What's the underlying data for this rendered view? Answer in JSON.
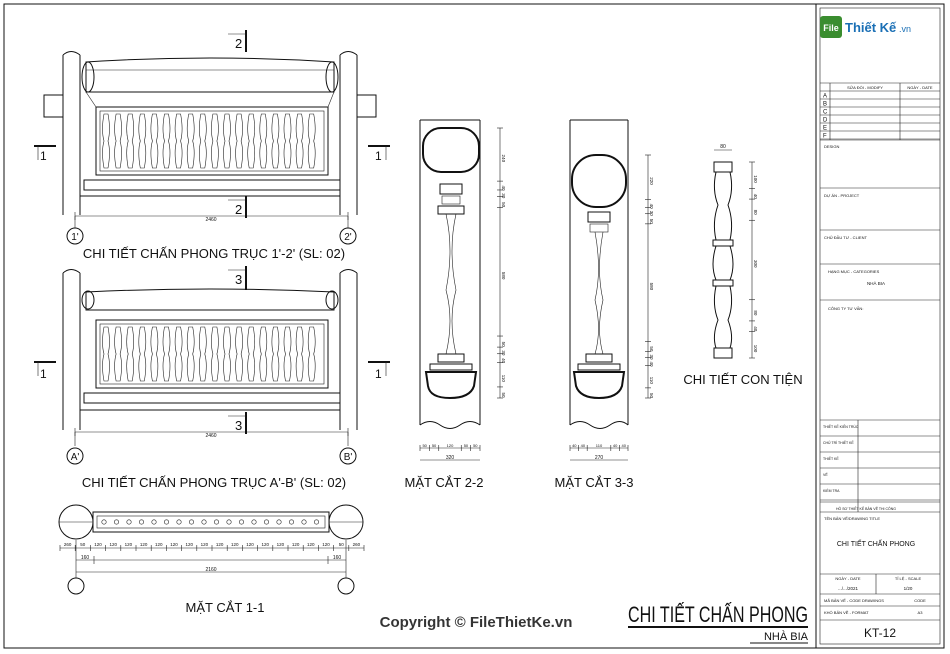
{
  "drawing": {
    "elevation_top_title": "CHI TIẾT CHẤN PHONG TRỤC 1'-2' (SL: 02)",
    "elevation_bottom_title": "CHI TIẾT CHẤN PHONG TRỤC A'-B' (SL: 02)",
    "plan_title": "MẶT CẮT 1-1",
    "section_22_title": "MẶT CẮT 2-2",
    "section_33_title": "MẶT CẮT 3-3",
    "baluster_title": "CHI TIẾT CON TIỆN",
    "main_title": "CHI TIẾT CHẤN PHONG",
    "sub_title": "NHÀ BIA",
    "copyright": "Copyright © FileThietKe.vn",
    "cut_marks": {
      "two": "2",
      "three": "3",
      "one": "1"
    },
    "axes": {
      "a": "1'",
      "b": "2'",
      "c": "A'",
      "d": "B'"
    },
    "dims": {
      "span": "2460",
      "plan_total": "2160",
      "plan_end": "160",
      "plan_post": "260",
      "plan_chain": [
        "50",
        "120",
        "120",
        "120",
        "120",
        "120",
        "120",
        "120",
        "120",
        "120",
        "120",
        "120",
        "120",
        "120",
        "120",
        "120",
        "120",
        "50"
      ],
      "s22_bottom": [
        "50",
        "50",
        "120",
        "50",
        "50"
      ],
      "s22_total": "320",
      "s33_bottom": [
        "40",
        "40",
        "110",
        "40",
        "40"
      ],
      "s33_total": "270",
      "s22_right": [
        "240",
        "40",
        "30",
        "50",
        "580",
        "50",
        "30",
        "40",
        "110",
        "50"
      ],
      "s33_right": [
        "220",
        "40",
        "30",
        "50",
        "580",
        "50",
        "30",
        "40",
        "110",
        "50"
      ],
      "bal_top": "80",
      "bal_right": [
        "100",
        "40",
        "80",
        "300",
        "80",
        "40",
        "100"
      ],
      "bal_total": "580"
    }
  },
  "title_block": {
    "logo_icon": "File",
    "logo_text": "Thiết Kế",
    "logo_suffix": ".vn",
    "revision_header": "SỬA ĐỔI - MODIFY",
    "revision_date_header": "NGÀY - DATE",
    "revision_rows": [
      "A",
      "B",
      "C",
      "D",
      "E",
      "F"
    ],
    "design_label": "DESIGN",
    "project_label": "DỰ ÁN - PROJECT",
    "client_label": "CHỦ ĐẦU TƯ - CLIENT",
    "category_label": "HẠNG MỤC - CATEGORIES",
    "category_value": "NHÀ BIA",
    "company_label": "CÔNG TY TƯ VẤN:",
    "role_rows": [
      "THIẾT KẾ KIẾN TRÚC",
      "CHỦ TRÌ THIẾT KẾ",
      "THIẾT KẾ",
      "VẼ",
      "KIỂM TRA"
    ],
    "stage_label": "HỒ SƠ THIẾT KẾ BẢN VẼ THI CÔNG",
    "drawing_title_label": "TÊN BẢN VẼ/DRAWING TITLE",
    "drawing_title": "CHI TIẾT CHẤN PHONG",
    "date_label": "NGÀY - DATE",
    "date_value": ".../.../2021",
    "scale_label": "TỈ LỆ - SCALE",
    "scale_value": "1/20",
    "code_label": "MÃ BẢN VẼ - CODE DRAWINGS",
    "code_value": "CODE",
    "format_label": "KHỔ BẢN VẼ - FORMAT",
    "format_value": "A3",
    "sheet_number": "KT-12"
  },
  "colors": {
    "ink": "#111111",
    "logo_green": "#3a8d2f",
    "logo_blue": "#1a6fb5"
  }
}
